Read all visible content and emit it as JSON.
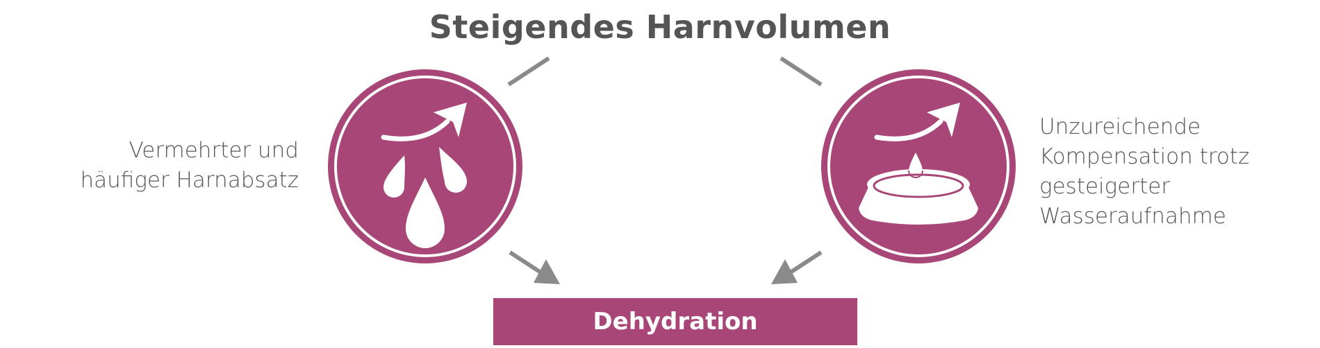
{
  "title": "Steigendes Harnvolumen",
  "left_cause": {
    "icon": "urine-drops-icon",
    "lines": [
      "Vermehrter und",
      "häufiger Harnabsatz"
    ]
  },
  "right_cause": {
    "icon": "water-bowl-icon",
    "lines": [
      "Unzureichende",
      "Kompensation trotz",
      "gesteigerter",
      "Wasseraufnahme"
    ]
  },
  "result": {
    "label": "Dehydration"
  },
  "colors": {
    "accent": "#a84677",
    "text": "#555555",
    "arrow": "#8a8a8a"
  }
}
